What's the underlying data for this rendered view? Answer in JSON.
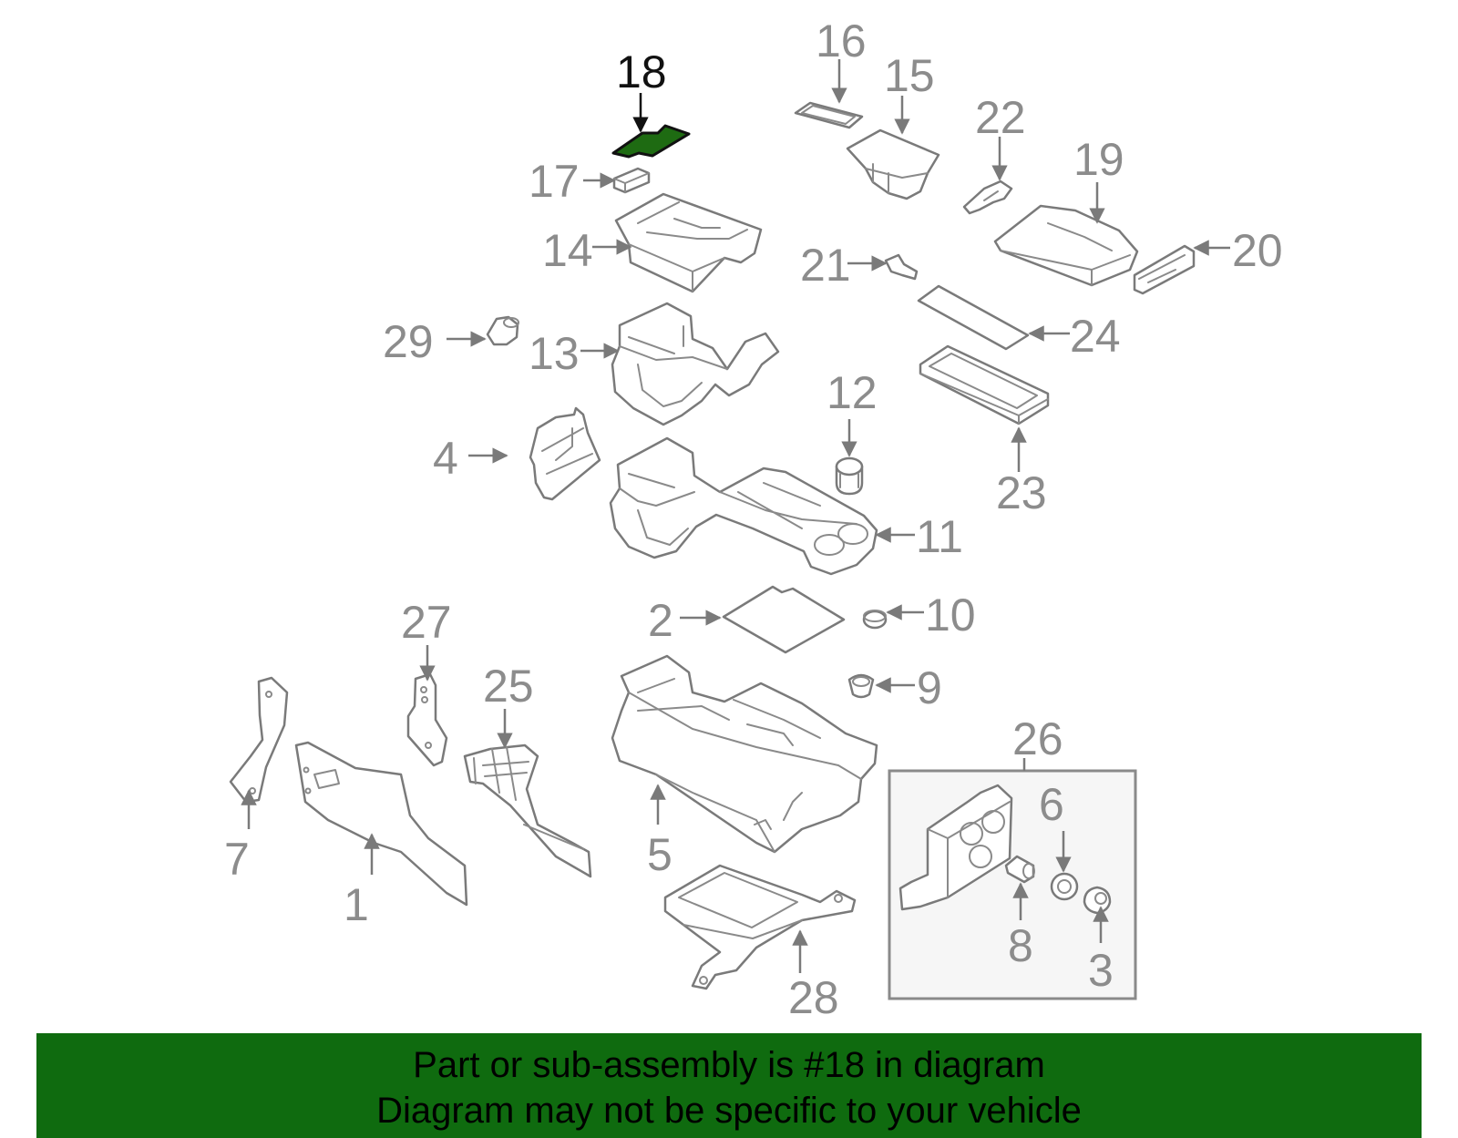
{
  "diagram": {
    "highlighted_part": "18",
    "highlight_color": "#1e6b12",
    "callouts": [
      "18",
      "16",
      "15",
      "22",
      "19",
      "17",
      "14",
      "21",
      "20",
      "29",
      "13",
      "24",
      "12",
      "4",
      "23",
      "11",
      "27",
      "2",
      "10",
      "25",
      "9",
      "5",
      "7",
      "1",
      "28",
      "26",
      "6",
      "8",
      "3"
    ]
  },
  "banner": {
    "line1": "Part or sub-assembly is #18 in diagram",
    "line2": "Diagram may not be specific to your vehicle",
    "background_color": "#0f6b0f"
  }
}
